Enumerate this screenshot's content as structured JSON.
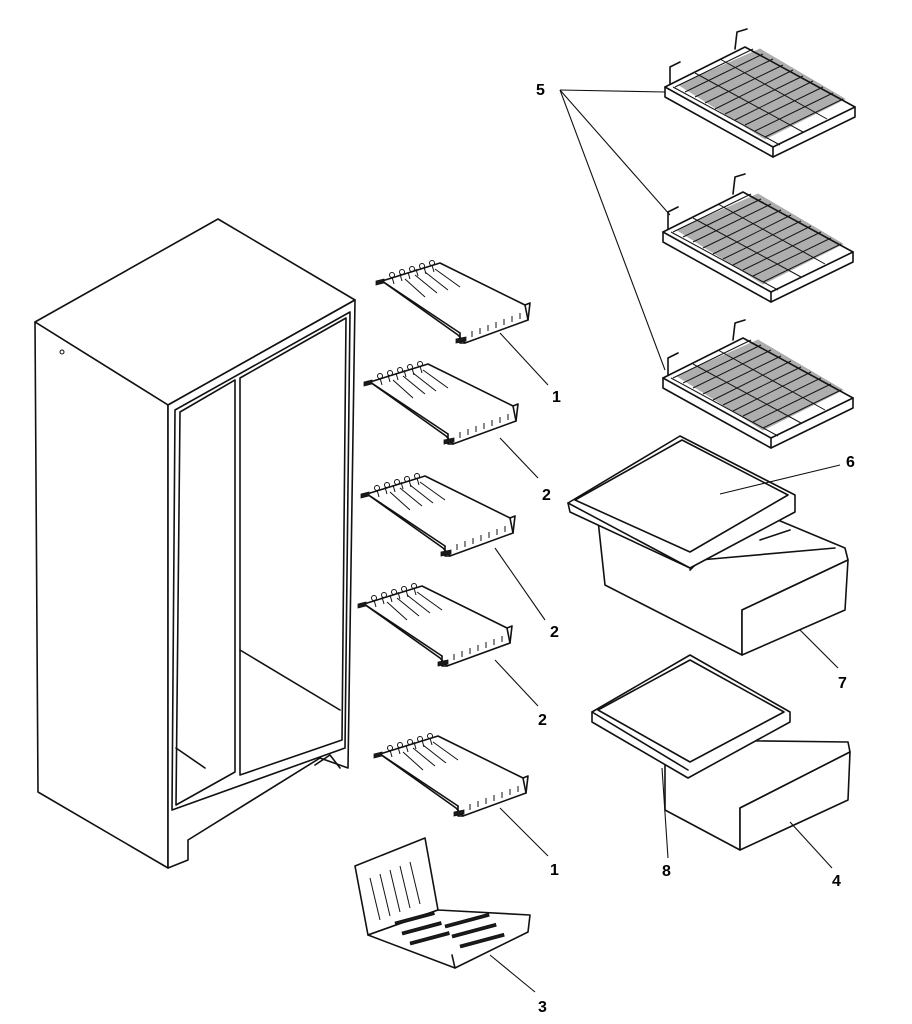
{
  "callouts": [
    {
      "id": "c1a",
      "text": "1"
    },
    {
      "id": "c2a",
      "text": "2"
    },
    {
      "id": "c2b",
      "text": "2"
    },
    {
      "id": "c2c",
      "text": "2"
    },
    {
      "id": "c1b",
      "text": "1"
    },
    {
      "id": "c3",
      "text": "3"
    },
    {
      "id": "c5",
      "text": "5"
    },
    {
      "id": "c6",
      "text": "6"
    },
    {
      "id": "c7",
      "text": "7"
    },
    {
      "id": "c8",
      "text": "8"
    },
    {
      "id": "c4",
      "text": "4"
    }
  ]
}
